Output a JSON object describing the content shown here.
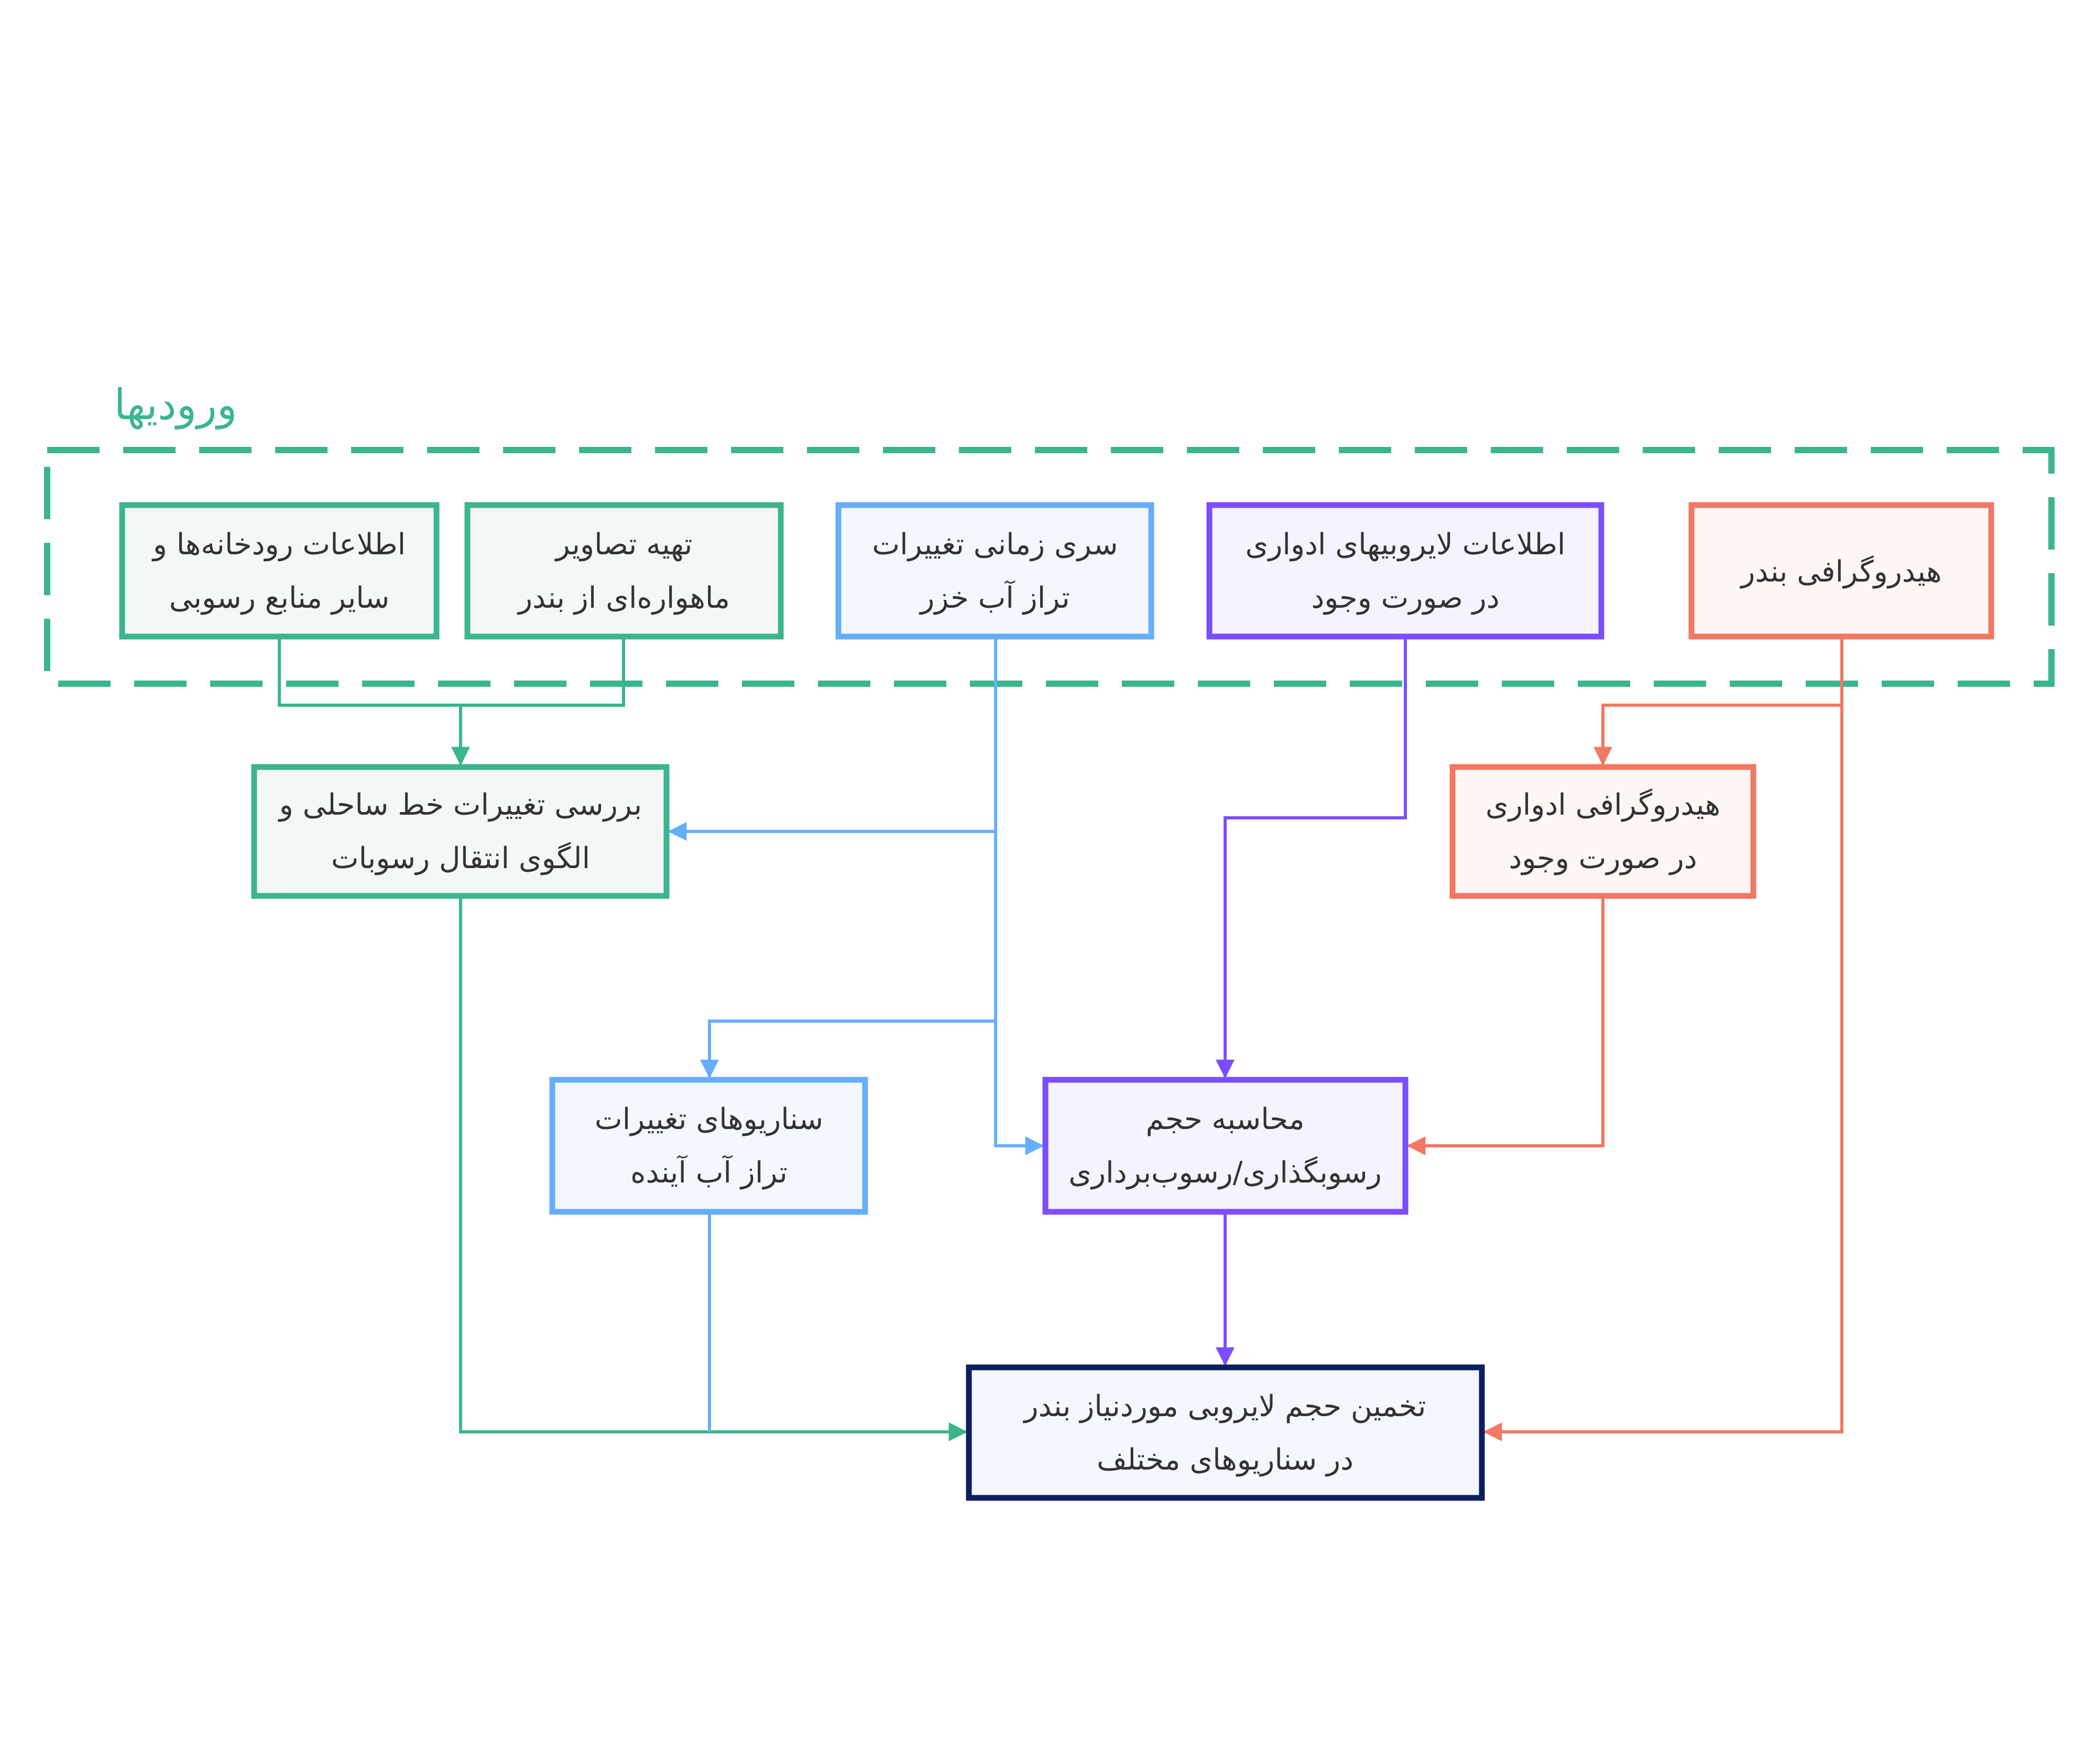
{
  "colors": {
    "green": "#3bb58d",
    "blue": "#66aefc",
    "purple": "#7c4dff",
    "red": "#f07864",
    "navy": "#0d1f5c"
  },
  "group": {
    "title": "ورودیها"
  },
  "nodes": {
    "rivers": {
      "line1": "اطلاعات رودخانه‌ها و",
      "line2": "سایر منابع رسوبی"
    },
    "satellite": {
      "line1": "تهیه تصاویر",
      "line2": "ماهواره‌ای از بندر"
    },
    "caspian": {
      "line1": "سری زمانی تغییرات",
      "line2": "تراز آب خزر"
    },
    "dredging_data": {
      "line1": "اطلاعات لایروبیهای ادواری",
      "line2": "در صورت وجود"
    },
    "hydrography": {
      "line1": "هیدروگرافی بندر"
    },
    "coastline": {
      "line1": "بررسی تغییرات خط ساحلی و",
      "line2": "الگوی انتقال رسوبات"
    },
    "periodic_hydro": {
      "line1": "هیدروگرافی ادواری",
      "line2": "در صورت وجود"
    },
    "scenarios": {
      "line1": "سناریوهای تغییرات",
      "line2": "تراز آب آینده"
    },
    "calc": {
      "line1": "محاسبه حجم",
      "line2": "رسوبگذاری/رسوب‌برداری"
    },
    "final": {
      "line1": "تخمین حجم لایروبی موردنیاز  بندر",
      "line2": "در سناریوهای مختلف"
    }
  }
}
